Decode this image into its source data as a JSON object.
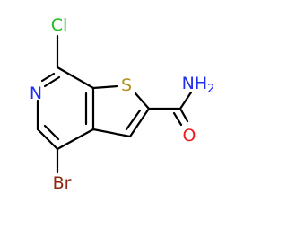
{
  "molecule": {
    "atoms": {
      "cl": {
        "label": "Cl",
        "color": "#1fbf1f"
      },
      "n": {
        "label": "N",
        "color": "#1d2ef0"
      },
      "s": {
        "label": "S",
        "color": "#b38f1a"
      },
      "br": {
        "label": "Br",
        "color": "#8b2a0e"
      },
      "o": {
        "label": "O",
        "color": "#ee1c1c"
      },
      "nh2": {
        "label": "NH",
        "subscript": "2",
        "color": "#1d2ef0"
      }
    },
    "bond_color": "#000000"
  }
}
